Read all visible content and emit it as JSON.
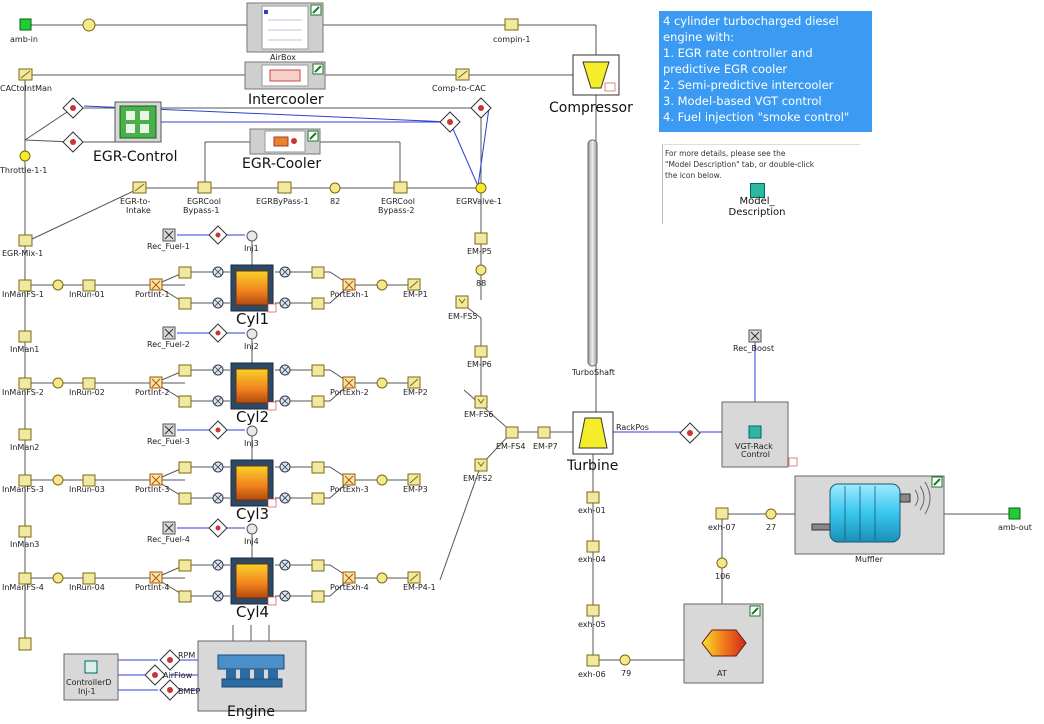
{
  "description": {
    "lines": [
      "4 cylinder turbocharged diesel",
      "engine with:",
      "1. EGR rate controller and",
      "predictive EGR cooler",
      "2. Semi-predictive intercooler",
      "3. Model-based VGT control",
      "4. Fuel injection \"smoke control\""
    ],
    "note_lines": [
      "For more details, please see the",
      "\"Model Description\" tab, or double-click",
      "the icon below."
    ],
    "model_desc_label_1": "Model_",
    "model_desc_label_2": "Description"
  },
  "labels": {
    "amb_in": "amb-in",
    "airbox": "AirBox",
    "compin": "compin-1",
    "compressor": "Compressor",
    "cac_to_intman": "CACtoIntMan",
    "intercooler": "Intercooler",
    "comp_to_cac": "Comp-to-CAC",
    "egr_control": "EGR-Control",
    "egr_cooler": "EGR-Cooler",
    "throttle": "Throttle-1-1",
    "egr_to_intake": "EGR-to-\nIntake",
    "egrcool_bypass1": "EGRCool\nBypass-1",
    "egrbypass1": "EGRByPass-1",
    "n82": "82",
    "egrcool_bypass2": "EGRCool\nBypass-2",
    "egrvalve": "EGRValve-1",
    "egr_mix": "EGR-Mix-1",
    "em_p5": "EM-P5",
    "em_fs5": "EM-FS5",
    "n88": "88",
    "em_p6": "EM-P6",
    "em_fs6": "EM-FS6",
    "em_fs4": "EM-FS4",
    "em_p7": "EM-P7",
    "em_fs2": "EM-FS2",
    "turboshaft": "TurboShaft",
    "turbine": "Turbine",
    "rackpos": "RackPos",
    "rec_boost": "Rec_Boost",
    "vgt_rack": "VGT-Rack\nControl",
    "muffler": "Muffler",
    "amb_out": "amb-out",
    "exh01": "exh-01",
    "exh04": "exh-04",
    "exh05": "exh-05",
    "exh06": "exh-06",
    "exh07": "exh-07",
    "n27": "27",
    "n106": "106",
    "n79": "79",
    "at": "AT",
    "engine": "Engine",
    "controller": "ControllerD\nInj-1",
    "rpm": "RPM",
    "airflow": "AirFlow",
    "bmep": "BMEP"
  },
  "cylinders": [
    {
      "name": "Cyl1",
      "rec_fuel": "Rec_Fuel-1",
      "inj": "Inj1",
      "inmanfs": "InManFS-1",
      "inrun": "InRun-01",
      "portint": "PortInt-1",
      "portexh": "PortExh-1",
      "emp": "EM-P1",
      "inman": "InMan1"
    },
    {
      "name": "Cyl2",
      "rec_fuel": "Rec_Fuel-2",
      "inj": "Inj2",
      "inmanfs": "InManFS-2",
      "inrun": "InRun-02",
      "portint": "PortInt-2",
      "portexh": "PortExh-2",
      "emp": "EM-P2",
      "inman": "InMan2"
    },
    {
      "name": "Cyl3",
      "rec_fuel": "Rec_Fuel-3",
      "inj": "Inj3",
      "inmanfs": "InManFS-3",
      "inrun": "InRun-03",
      "portint": "PortInt-3",
      "portexh": "PortExh-3",
      "emp": "EM-P3",
      "inman": "InMan3"
    },
    {
      "name": "Cyl4",
      "rec_fuel": "Rec_Fuel-4",
      "inj": "Inj4",
      "inmanfs": "InManFS-4",
      "inrun": "InRun-04",
      "portint": "PortInt-4",
      "portexh": "PortExh-4",
      "emp": "EM-P4-1",
      "inman": ""
    }
  ],
  "colors": {
    "wire": "#555555",
    "signal": "#2b3fd8",
    "desc_bg": "#3b9bf2",
    "pipe_fill": "#f2e9a0",
    "pipe_stroke": "#7a6a10",
    "cyl_frame": "#2c4a66",
    "cyl_hot": "#f28c1e",
    "turbine_fill": "#f5ec2a",
    "muffler_fill": "#39c6ef",
    "green_end": "#22cc33"
  }
}
